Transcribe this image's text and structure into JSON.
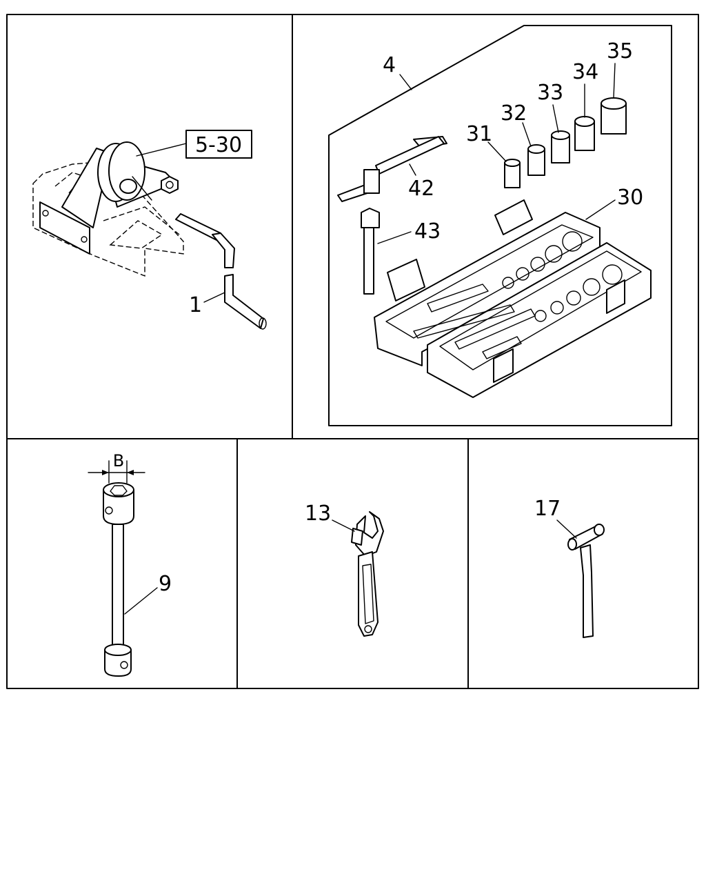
{
  "diagram": {
    "callouts": {
      "ref_5_30": "5-30",
      "c1": "1",
      "c4": "4",
      "c30": "30",
      "c31": "31",
      "c32": "32",
      "c33": "33",
      "c34": "34",
      "c35": "35",
      "c42": "42",
      "c43": "43",
      "c9": "9",
      "dim_b": "B",
      "c13": "13",
      "c17": "17"
    }
  }
}
